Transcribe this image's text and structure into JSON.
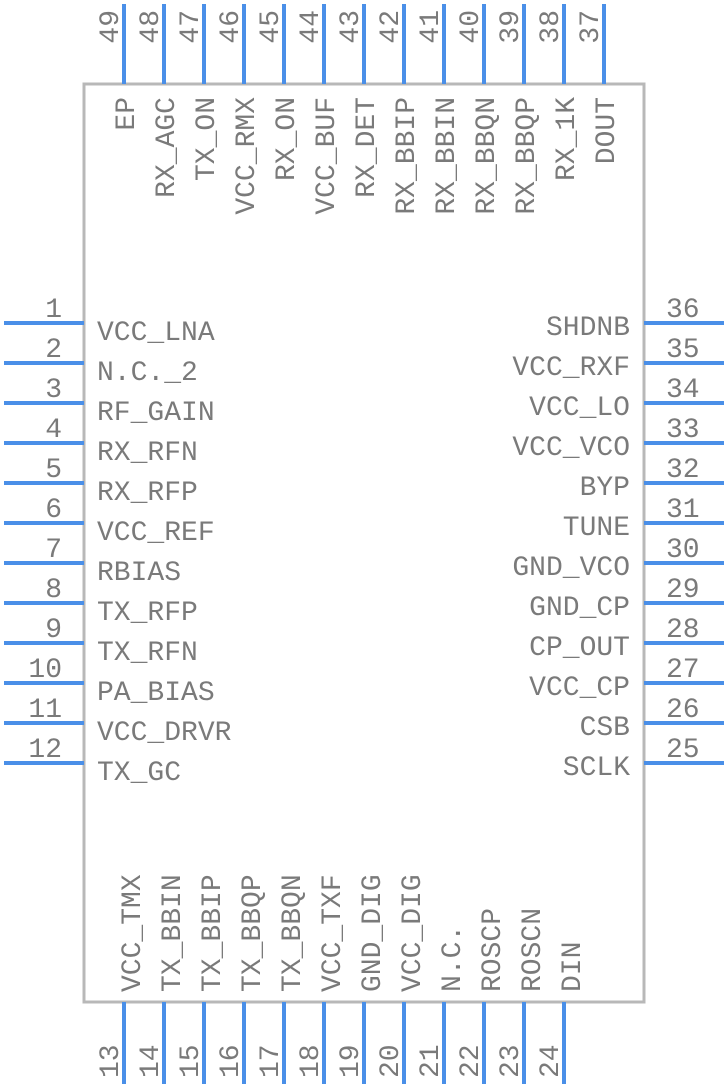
{
  "component": {
    "left_pins": [
      {
        "num": "1",
        "label": "VCC_LNA"
      },
      {
        "num": "2",
        "label": "N.C._2"
      },
      {
        "num": "3",
        "label": "RF_GAIN"
      },
      {
        "num": "4",
        "label": "RX_RFN"
      },
      {
        "num": "5",
        "label": "RX_RFP"
      },
      {
        "num": "6",
        "label": "VCC_REF"
      },
      {
        "num": "7",
        "label": "RBIAS"
      },
      {
        "num": "8",
        "label": "TX_RFP"
      },
      {
        "num": "9",
        "label": "TX_RFN"
      },
      {
        "num": "10",
        "label": "PA_BIAS"
      },
      {
        "num": "11",
        "label": "VCC_DRVR"
      },
      {
        "num": "12",
        "label": "TX_GC"
      }
    ],
    "bottom_pins": [
      {
        "num": "13",
        "label": "VCC_TMX"
      },
      {
        "num": "14",
        "label": "TX_BBIN"
      },
      {
        "num": "15",
        "label": "TX_BBIP"
      },
      {
        "num": "16",
        "label": "TX_BBQP"
      },
      {
        "num": "17",
        "label": "TX_BBQN"
      },
      {
        "num": "18",
        "label": "VCC_TXF"
      },
      {
        "num": "19",
        "label": "GND_DIG"
      },
      {
        "num": "20",
        "label": "VCC_DIG"
      },
      {
        "num": "21",
        "label": "N.C."
      },
      {
        "num": "22",
        "label": "ROSCP"
      },
      {
        "num": "23",
        "label": "ROSCN"
      },
      {
        "num": "24",
        "label": "DIN"
      }
    ],
    "right_pins": [
      {
        "num": "25",
        "label": "SCLK"
      },
      {
        "num": "26",
        "label": "CSB"
      },
      {
        "num": "27",
        "label": "VCC_CP"
      },
      {
        "num": "28",
        "label": "CP_OUT"
      },
      {
        "num": "29",
        "label": "GND_CP"
      },
      {
        "num": "30",
        "label": "GND_VCO"
      },
      {
        "num": "31",
        "label": "TUNE"
      },
      {
        "num": "32",
        "label": "BYP"
      },
      {
        "num": "33",
        "label": "VCC_VCO"
      },
      {
        "num": "34",
        "label": "VCC_LO"
      },
      {
        "num": "35",
        "label": "VCC_RXF"
      },
      {
        "num": "36",
        "label": "SHDNB"
      }
    ],
    "top_pins": [
      {
        "num": "37",
        "label": "DOUT"
      },
      {
        "num": "38",
        "label": "RX_1K"
      },
      {
        "num": "39",
        "label": "RX_BBQP"
      },
      {
        "num": "40",
        "label": "RX_BBQN"
      },
      {
        "num": "41",
        "label": "RX_BBIN"
      },
      {
        "num": "42",
        "label": "RX_BBIP"
      },
      {
        "num": "43",
        "label": "RX_DET"
      },
      {
        "num": "44",
        "label": "VCC_BUF"
      },
      {
        "num": "45",
        "label": "RX_ON"
      },
      {
        "num": "46",
        "label": "VCC_RMX"
      },
      {
        "num": "47",
        "label": "TX_ON"
      },
      {
        "num": "48",
        "label": "RX_AGC"
      },
      {
        "num": "49",
        "label": "EP"
      }
    ]
  },
  "colors": {
    "pin": "#4a8fe8",
    "text": "#7a7a7a",
    "outline": "#b8b8b8"
  }
}
